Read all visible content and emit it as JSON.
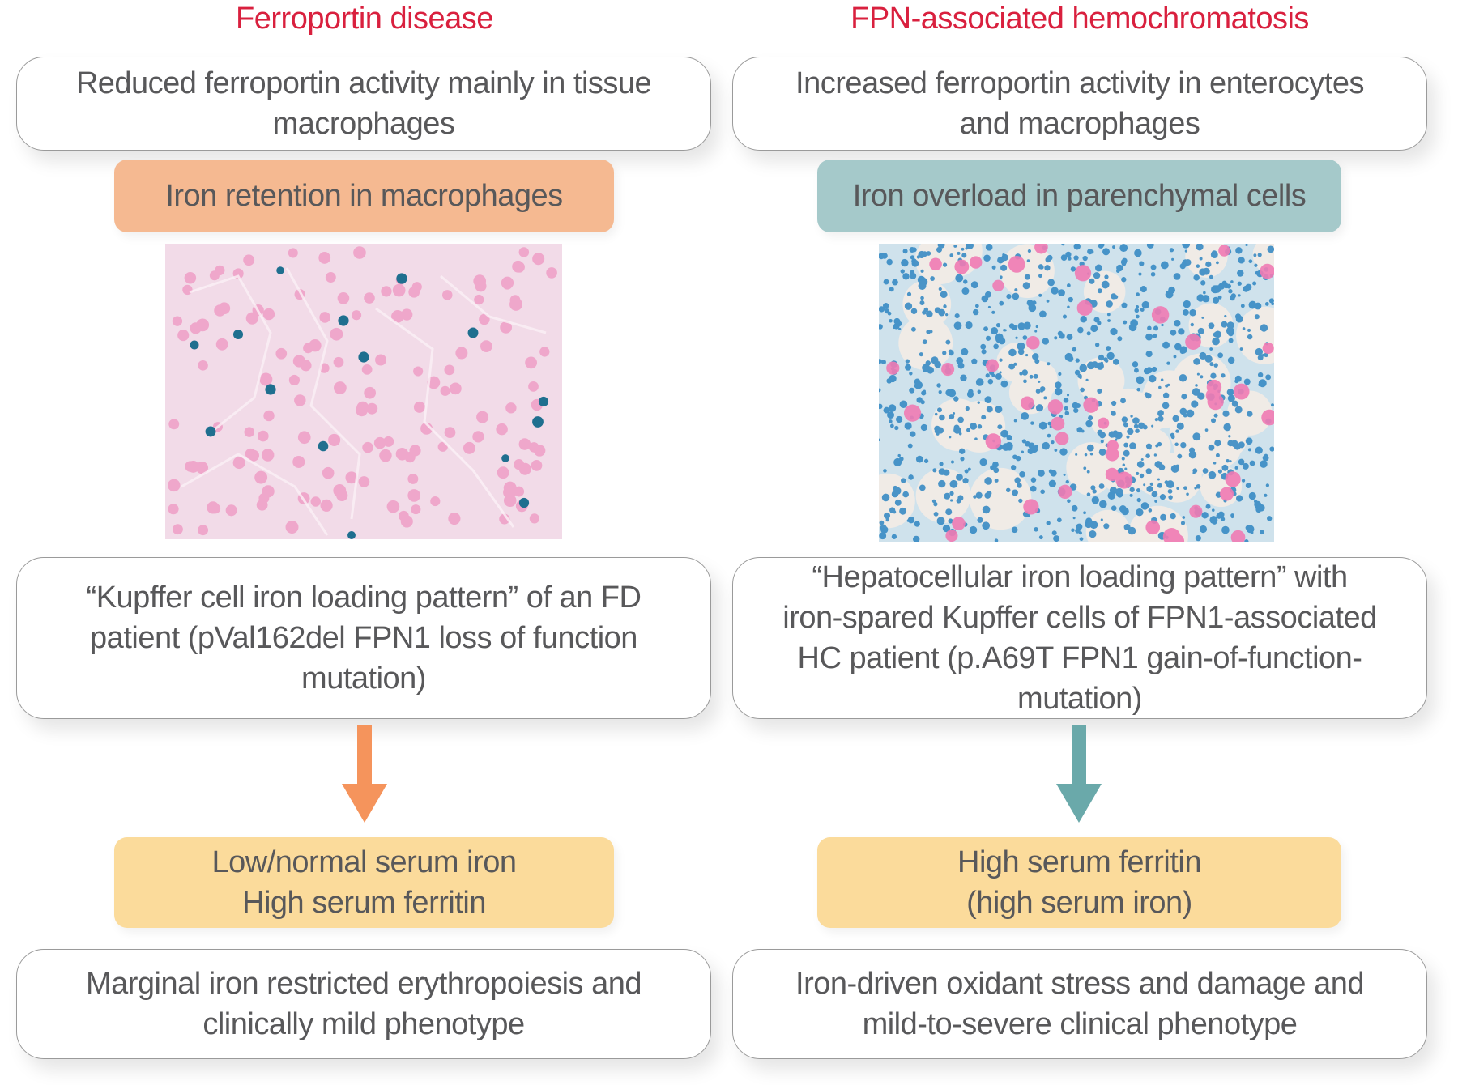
{
  "left": {
    "title": "Ferroportin disease",
    "mechanism": "Reduced ferroportin activity mainly in tissue\nmacrophages",
    "effect": "Iron retention in macrophages",
    "micrograph_caption": "“Kupffer cell iron loading pattern” of an FD\npatient (pVal162del FPN1 loss of function\nmutation)",
    "serum": "Low/normal serum iron\nHigh serum ferritin",
    "outcome": "Marginal iron restricted erythropoiesis and\nclinically mild phenotype",
    "accent_color": "#f5b991",
    "arrow_color": "#f5945c"
  },
  "right": {
    "title": "FPN-associated hemochromatosis",
    "mechanism": "Increased ferroportin activity in enterocytes\nand macrophages",
    "effect": "Iron overload in parenchymal cells",
    "micrograph_caption": "“Hepatocellular iron loading pattern” with\niron-spared Kupffer cells of FPN1-associated\nHC patient (p.A69T FPN1 gain-of-function-\nmutation)",
    "serum": "High serum ferritin\n(high serum iron)",
    "outcome": "Iron-driven oxidant stress and damage and\nmild-to-severe clinical phenotype",
    "accent_color": "#a5c9ca",
    "arrow_color": "#6aa9aa"
  },
  "colors": {
    "title_red": "#d9203e",
    "serum_yellow": "#fbdb9b",
    "text_gray": "#58585a"
  }
}
